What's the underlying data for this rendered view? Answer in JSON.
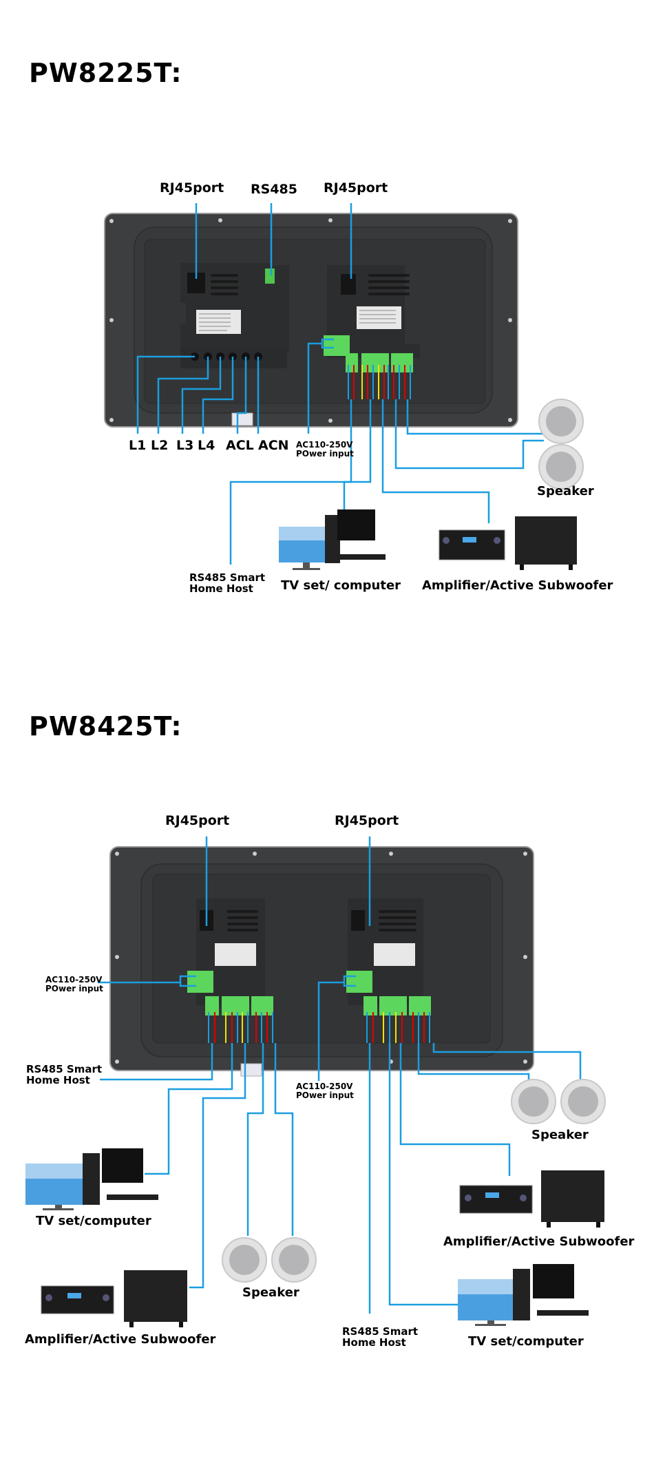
{
  "sections": [
    {
      "model": "PW8225T:",
      "labels": {
        "rj45_left": "RJ45port",
        "rs485": "RS485",
        "rj45_right": "RJ45port",
        "l1": "L1",
        "l2": "L2",
        "l3": "L3",
        "l4": "L4",
        "acl": "ACL",
        "acn": "ACN",
        "power_line1": "AC110-250V",
        "power_line2": "POwer input",
        "speaker": "Speaker",
        "rs485_host_line1": "RS485 Smart",
        "rs485_host_line2": "Home Host",
        "tv_computer": "TV set/  computer",
        "amplifier": "Amplifier/Active Subwoofer"
      }
    },
    {
      "model": "PW8425T:",
      "labels": {
        "rj45_left": "RJ45port",
        "rj45_right": "RJ45port",
        "power_left_line1": "AC110-250V",
        "power_left_line2": "POwer input",
        "rs485_host_left_line1": "RS485 Smart",
        "rs485_host_left_line2": "Home Host",
        "power_right_line1": "AC110-250V",
        "power_right_line2": "POwer input",
        "tv_computer_left": "TV set/computer",
        "speaker_left": "Speaker",
        "amplifier_left": "Amplifier/Active Subwoofer",
        "speaker_right": "Speaker",
        "amplifier_right": "Amplifier/Active Subwoofer",
        "rs485_host_right_line1": "RS485 Smart",
        "rs485_host_right_line2": "Home Host",
        "tv_computer_right": "TV set/computer"
      }
    }
  ],
  "colors": {
    "wire": "#1a9ee0",
    "panel": "#3a3b3d",
    "panel_inner": "#333436",
    "module": "#2b2c2e",
    "terminal": "#5cd65c",
    "red_wire": "#e00000",
    "yellow_wire": "#f5e400"
  }
}
